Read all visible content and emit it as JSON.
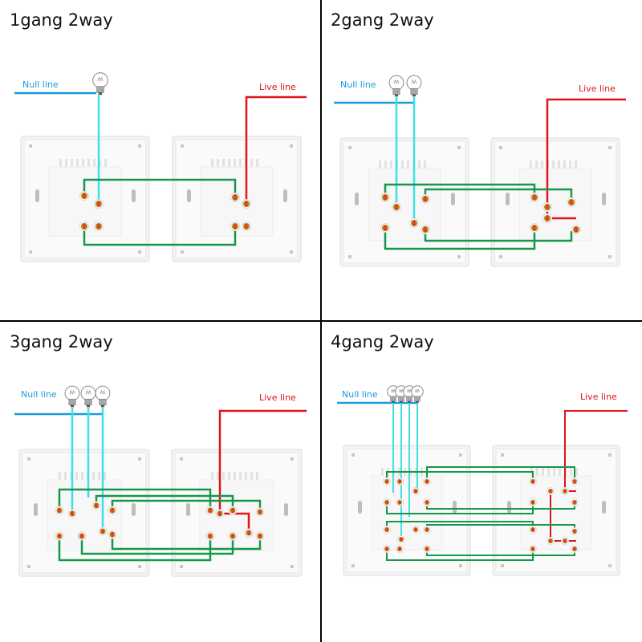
{
  "panels": [
    {
      "title": "1gang 2way",
      "null_label": "Null line",
      "live_label": "Live line",
      "gangs": 1
    },
    {
      "title": "2gang 2way",
      "null_label": "Null line",
      "live_label": "Live line",
      "gangs": 2
    },
    {
      "title": "3gang 2way",
      "null_label": "Null line",
      "live_label": "Live line",
      "gangs": 3
    },
    {
      "title": "4gang 2way",
      "null_label": "Null line",
      "live_label": "Live line",
      "gangs": 4
    }
  ],
  "colors": {
    "null_wire": "#1a9bdc",
    "live_wire": "#e0141b",
    "lamp_wire": "#3ee0e8",
    "link_wire": "#17974a",
    "plate": "#f4f4f4",
    "plate_edge": "#dcdcdc",
    "terminal_ring": "#b8860b",
    "terminal_core": "#e3342f"
  },
  "icons": {
    "bulb": "light-bulb-icon",
    "terminal": "screw-terminal-icon"
  }
}
